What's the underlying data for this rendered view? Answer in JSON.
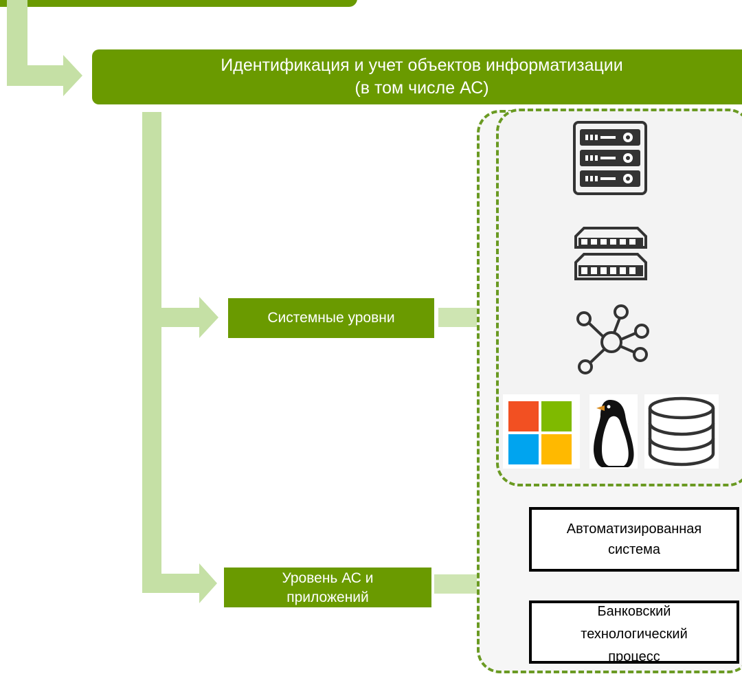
{
  "top_box": {
    "line1": "Идентификация и учет объектов информатизации",
    "line2": "(в том числе АС)"
  },
  "system_levels": {
    "label": "Системные уровни"
  },
  "app_level": {
    "line1": "Уровень АС и",
    "line2": "приложений"
  },
  "automated_system": {
    "line1": "Автоматизированная",
    "line2": "система"
  },
  "bank_process": {
    "line1": "Банковский",
    "line2": "технологический",
    "line3": "процесс"
  },
  "icons": [
    "server-rack-icon",
    "network-switch-icon",
    "network-hub-icon",
    "windows-logo-icon",
    "linux-penguin-icon",
    "database-icon"
  ],
  "colors": {
    "primary_green": "#6a9a00",
    "light_green": "#c5e0a5",
    "dashed_border": "#6a9a22",
    "windows_red": "#f25022",
    "windows_green": "#7fba00",
    "windows_blue": "#00a4ef",
    "windows_yellow": "#ffb900"
  }
}
